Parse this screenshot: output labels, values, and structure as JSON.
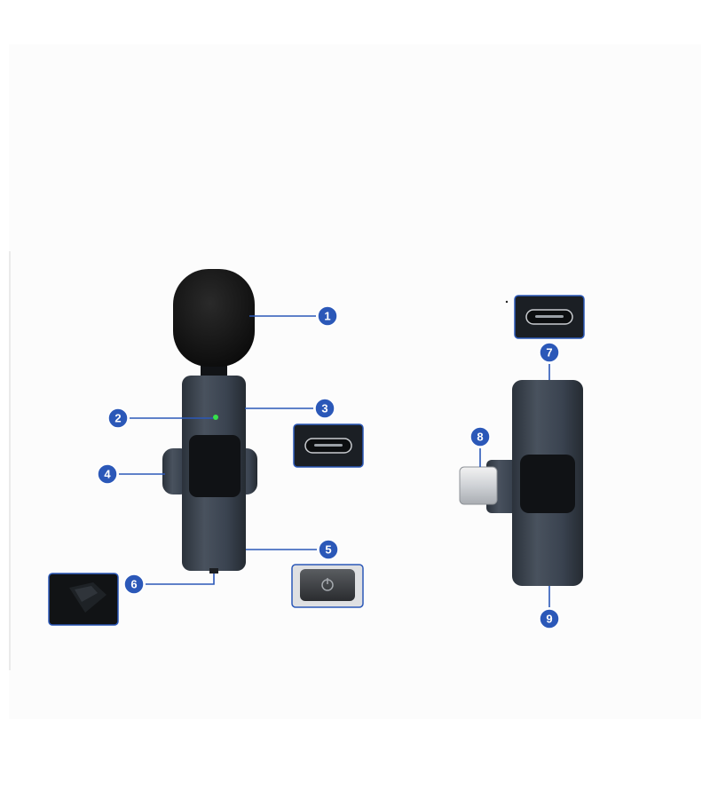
{
  "colors": {
    "callout_fill": "#2b58b8",
    "callout_stroke": "#ffffff",
    "leader_line": "#2b58b8",
    "device_body": "#3a4350",
    "device_dark": "#15181c",
    "foam": "#1a1a1a",
    "status_led": "#36e04a",
    "inset_border": "#2b58b8"
  },
  "diagram": {
    "transmitter": {
      "parts": [
        "foam-windscreen",
        "status-led",
        "usb-c-charging-port",
        "back-clip",
        "power-button",
        "lanyard-hole"
      ]
    },
    "receiver": {
      "parts": [
        "usb-c-charging-port",
        "usb-c-plug",
        "bottom-end"
      ]
    },
    "insets": [
      "usb-c-port-closeup",
      "power-button-closeup",
      "lanyard-hole-closeup",
      "receiver-usb-c-port-closeup"
    ],
    "callouts": [
      {
        "label": "1",
        "icon": "number-badge"
      },
      {
        "label": "2",
        "icon": "number-badge"
      },
      {
        "label": "3",
        "icon": "number-badge"
      },
      {
        "label": "4",
        "icon": "number-badge"
      },
      {
        "label": "5",
        "icon": "number-badge"
      },
      {
        "label": "6",
        "icon": "number-badge"
      },
      {
        "label": "7",
        "icon": "number-badge"
      },
      {
        "label": "8",
        "icon": "number-badge"
      },
      {
        "label": "9",
        "icon": "number-badge"
      }
    ]
  }
}
